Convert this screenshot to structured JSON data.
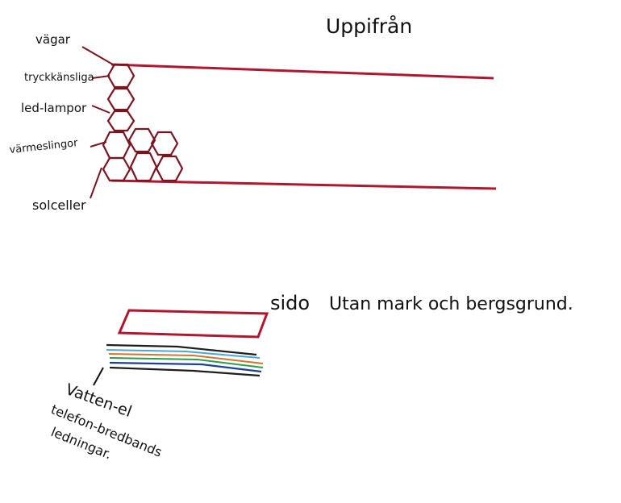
{
  "top_view": {
    "title": "Uppifrån",
    "labels": {
      "vagar": "vägar",
      "tryck": "tryckkänsliga",
      "led": "led-lampor",
      "varme": "värmeslingor",
      "sol": "solceller"
    }
  },
  "side_view": {
    "title": "sido",
    "note": "Utan mark och bergsgrund.",
    "pipes_label_lines": [
      "Vatten-el",
      "telefon-bredbands",
      "ledningar."
    ]
  },
  "colors": {
    "road": "#b0172e",
    "hex": "#7a1520",
    "ink": "#111111",
    "cable_colors": [
      "#1e1e1e",
      "#4aa8d8",
      "#d8742a",
      "#2c9c4c",
      "#1d3f9a",
      "#1e1e1e"
    ]
  }
}
